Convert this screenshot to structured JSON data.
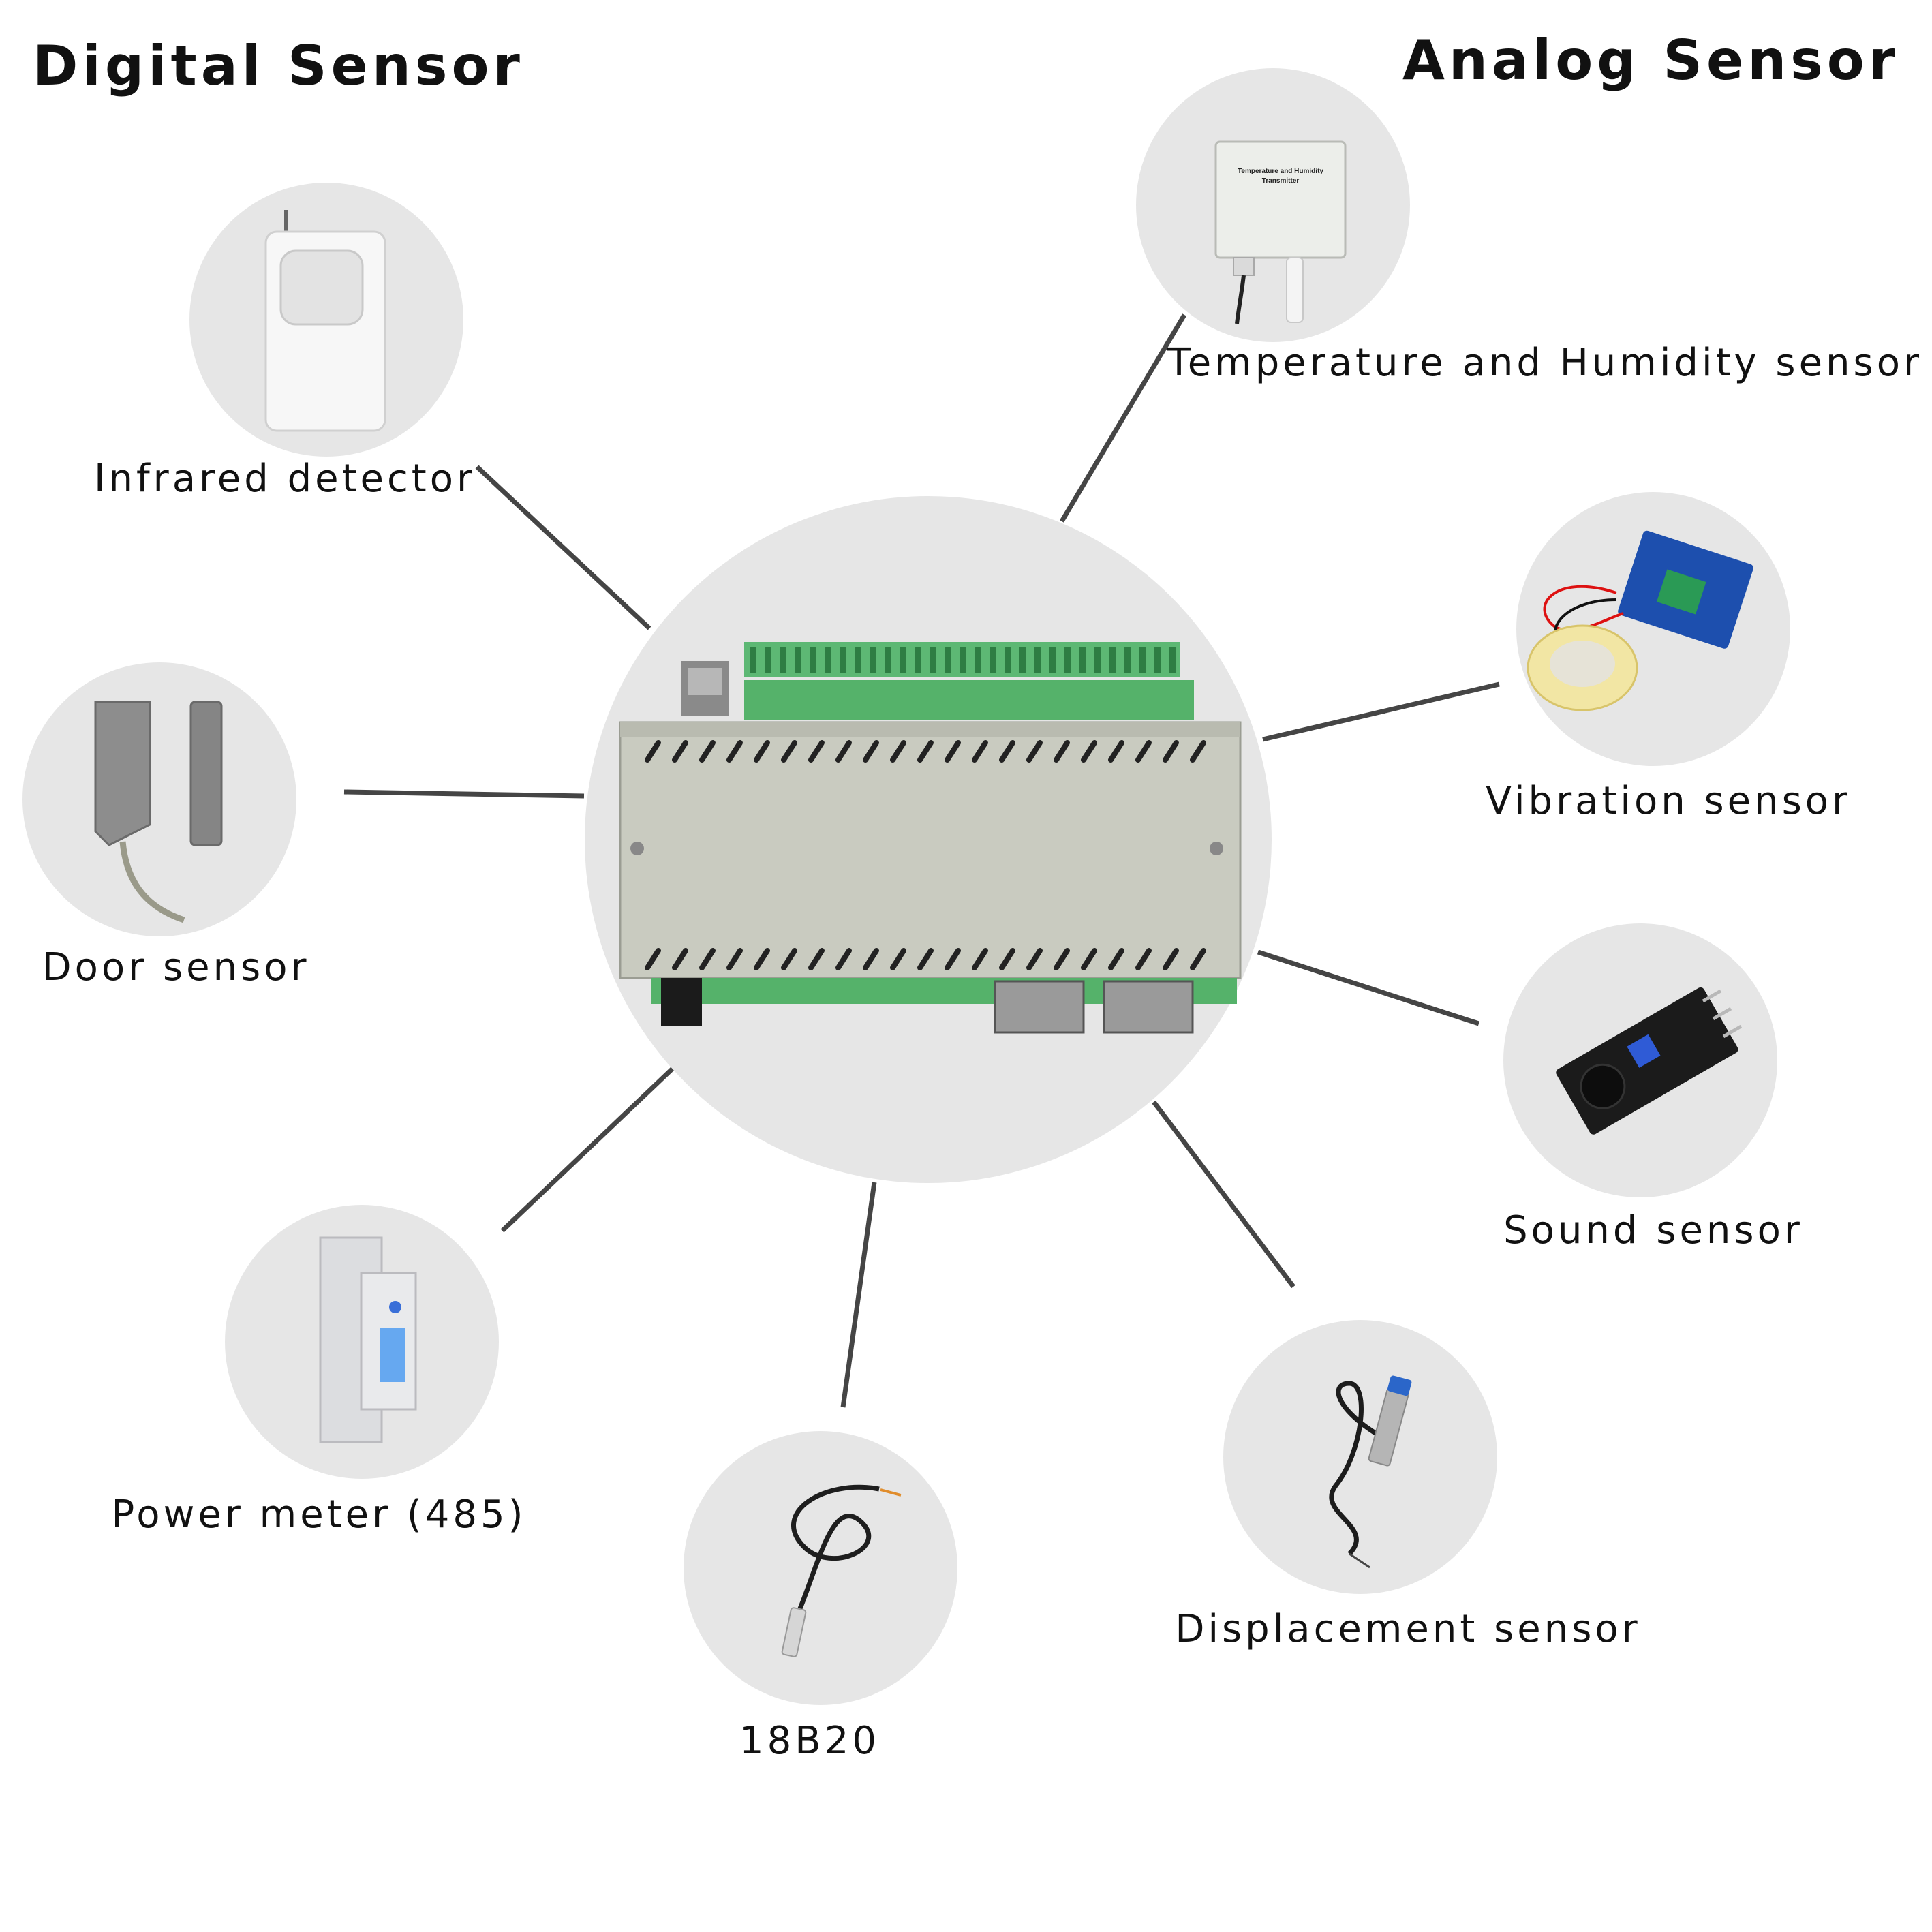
{
  "headings": {
    "digital": "Digital Sensor",
    "analog": "Analog Sensor"
  },
  "center": {
    "name": "controller-board"
  },
  "sensors": [
    {
      "key": "infrared",
      "label": "Infrared detector",
      "icon": "pir-detector-icon",
      "group": "digital"
    },
    {
      "key": "door",
      "label": "Door sensor",
      "icon": "door-contact-icon",
      "group": "digital"
    },
    {
      "key": "power",
      "label": "Power meter (485)",
      "icon": "din-rail-meter-icon",
      "group": "digital"
    },
    {
      "key": "ds18b20",
      "label": "18B20",
      "icon": "temperature-probe-icon",
      "group": "digital"
    },
    {
      "key": "temphum",
      "label": "Temperature and Humidity sensor",
      "icon": "transmitter-box-icon",
      "group": "analog"
    },
    {
      "key": "vibration",
      "label": "Vibration sensor",
      "icon": "piezo-module-icon",
      "group": "analog"
    },
    {
      "key": "sound",
      "label": "Sound sensor",
      "icon": "microphone-module-icon",
      "group": "analog"
    },
    {
      "key": "displacement",
      "label": "Displacement sensor",
      "icon": "proximity-sensor-icon",
      "group": "analog"
    }
  ],
  "device_text": {
    "transmitter_line1": "Temperature and Humidity",
    "transmitter_line2": "Transmitter"
  },
  "colors": {
    "circle": "#e6e6e6",
    "connector": "#454545",
    "board_green": "#55b26a",
    "enclosure": "#c9cbc0",
    "text": "#111111"
  }
}
